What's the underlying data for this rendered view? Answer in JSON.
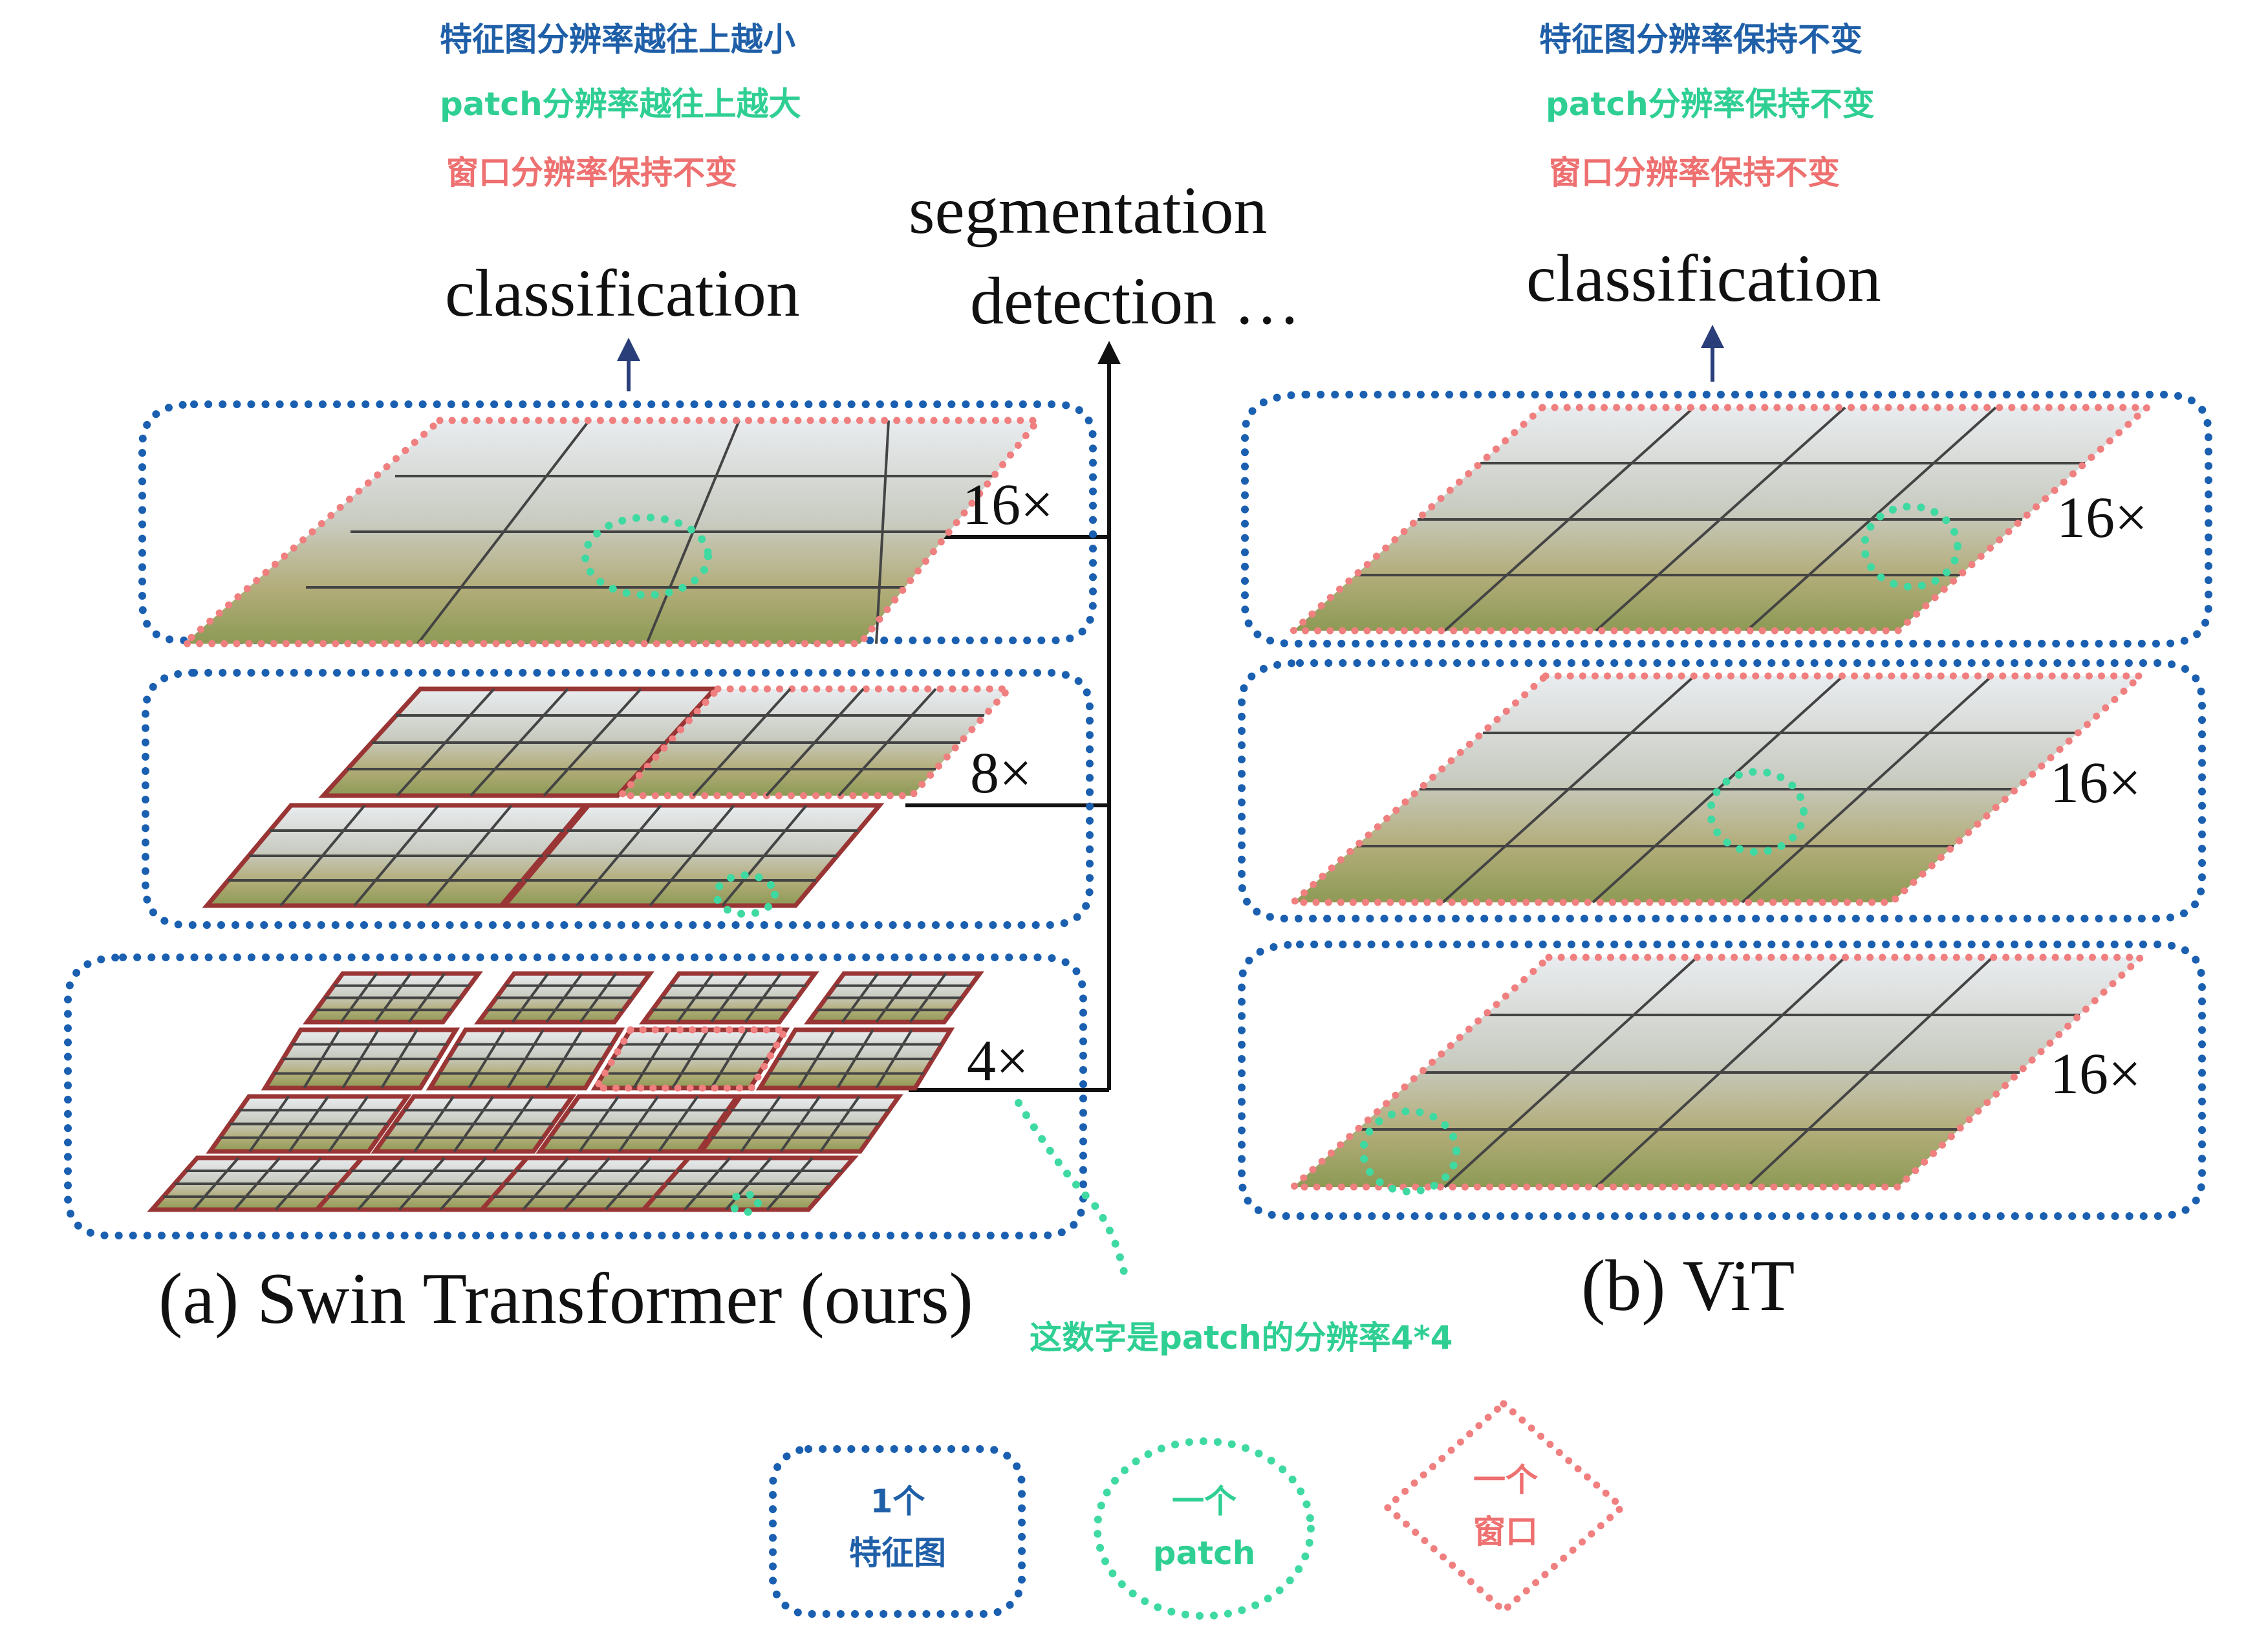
{
  "colors": {
    "feature_map": "#1a5fb0",
    "patch": "#3fd9a2",
    "window": "#f07f7f"
  },
  "swin": {
    "annotations": [
      "特征图分辨率越往上越小",
      "patch分辨率越往上越大",
      "窗口分辨率保持不变"
    ],
    "output_label": "classification",
    "dense_label_line1": "segmentation",
    "dense_label_line2": "detection …",
    "scales": [
      "16×",
      "8×",
      "4×"
    ],
    "caption": "(a) Swin Transformer (ours)",
    "patch_note": "这数字是patch的分辨率4*4"
  },
  "vit": {
    "annotations": [
      "特征图分辨率保持不变",
      "patch分辨率保持不变",
      "窗口分辨率保持不变"
    ],
    "output_label": "classification",
    "scales": [
      "16×",
      "16×",
      "16×"
    ],
    "caption": "(b) ViT"
  },
  "legend": {
    "feature_map": [
      "1个",
      "特征图"
    ],
    "patch": [
      "一个",
      "patch"
    ],
    "window": [
      "一个",
      "窗口"
    ]
  }
}
